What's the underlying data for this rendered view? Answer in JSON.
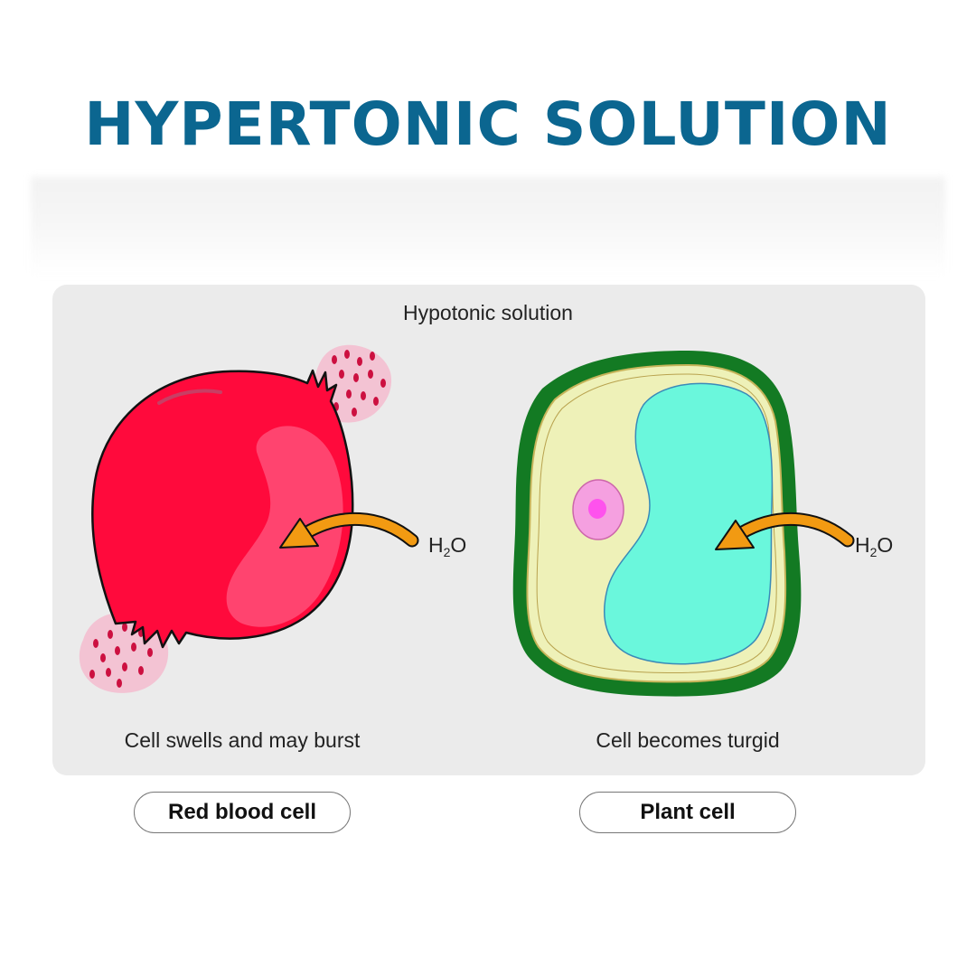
{
  "title": "HYPERTONIC SOLUTION",
  "panel": {
    "heading": "Hypotonic solution",
    "left": {
      "water_label_main": "H",
      "water_label_sub": "2",
      "water_label_tail": "O",
      "caption": "Cell swells and may burst",
      "cell_type": "Red blood cell"
    },
    "right": {
      "water_label_main": "H",
      "water_label_sub": "2",
      "water_label_tail": "O",
      "caption": "Cell becomes turgid",
      "cell_type": "Plant cell"
    }
  },
  "colors": {
    "title": "#0b6690",
    "red_cell": "#ff0a3c",
    "cell_wall": "#117a22",
    "cytoplasm": "#eef1b8",
    "vacuole": "#6af7dc",
    "nucleus": "#f5a0e0",
    "arrow": "#f29a12"
  }
}
